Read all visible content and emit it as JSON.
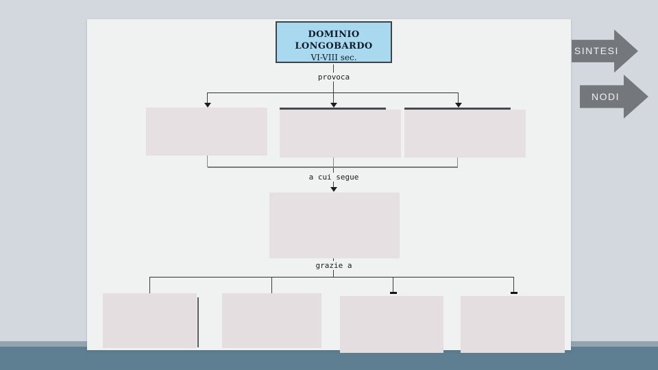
{
  "slide": {
    "title_box": {
      "line1": "DOMINIO LONGOBARDO",
      "line2": "VI-VIII sec."
    },
    "connectors": {
      "provoca": "provoca",
      "a_cui_segue": "a cui segue",
      "grazie_a": "grazie a"
    }
  },
  "nav": {
    "sintesi": "SINTESI",
    "nodi": "NODI"
  },
  "colors": {
    "background": "#d2d8de",
    "slide_bg": "#f0f2f1",
    "footer_band": "#5e7e91",
    "footer_strip": "#93a4b0",
    "title_box_fill": "#a9d9ee",
    "title_box_border": "#3d4248",
    "placeholder_fill": "#e6e0e2",
    "connector_line": "#2f2f2f",
    "nav_arrow_fill": "#74777c",
    "nav_arrow_text": "#f2f2f2"
  }
}
